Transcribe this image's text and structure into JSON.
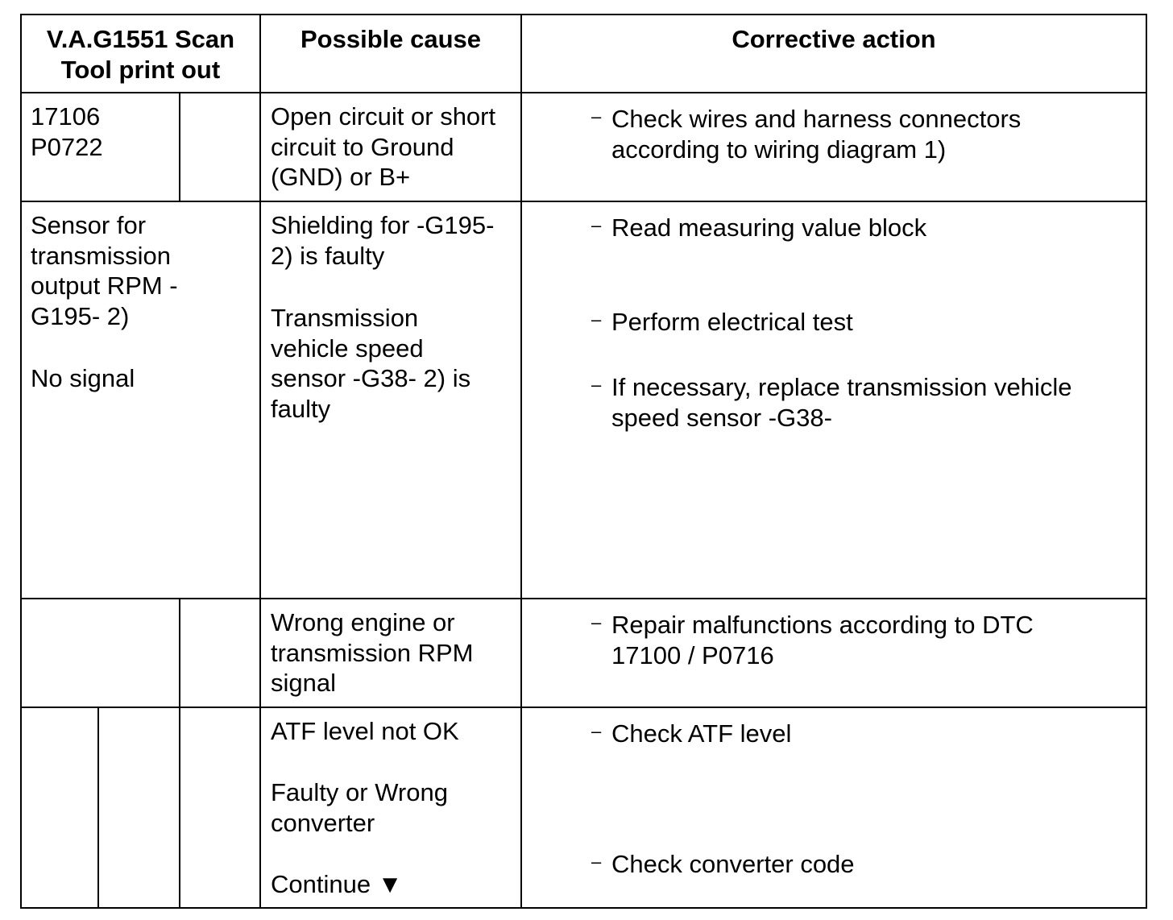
{
  "header": {
    "col1": "V.A.G1551 Scan\nTool print out",
    "col2": "Possible cause",
    "col3": "Corrective action"
  },
  "row1": {
    "code": "17106\nP0722",
    "cause": "Open circuit or short\ncircuit to Ground\n(GND) or B+",
    "actions": [
      "Check wires and harness connectors\naccording to wiring diagram 1)"
    ]
  },
  "row2": {
    "component": "Sensor for\ntransmission\noutput RPM -\nG195- 2)",
    "fault": "No signal",
    "cause_a": "Shielding for -G195-\n2) is faulty",
    "cause_b": "Transmission\nvehicle speed\nsensor -G38- 2) is\nfaulty",
    "actions": [
      "Read measuring value block",
      "Perform electrical test",
      "If necessary, replace transmission vehicle\nspeed sensor -G38-"
    ]
  },
  "row3": {
    "cause": "Wrong engine or\ntransmission RPM\nsignal",
    "actions": [
      "Repair malfunctions according to DTC\n17100 / P0716"
    ]
  },
  "row4": {
    "cause_a": "ATF level not OK",
    "cause_b": "Faulty or Wrong\nconverter",
    "continue": "Continue ▼",
    "actions": [
      "Check ATF level",
      "Check converter code"
    ]
  },
  "bullet": "–"
}
